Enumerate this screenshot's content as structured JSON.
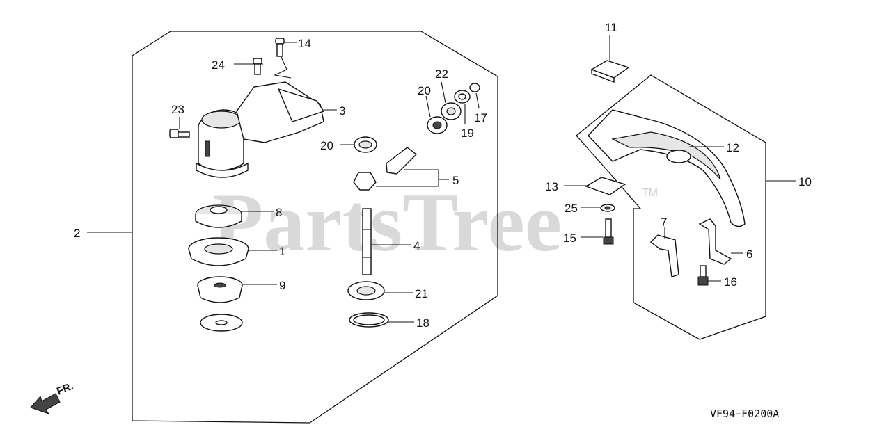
{
  "watermark": {
    "text": "PartsTree",
    "trademark": "TM"
  },
  "direction": {
    "label": "FR."
  },
  "diagram_code": "VF94−F0200A",
  "callouts": {
    "n1": "1",
    "n2": "2",
    "n3": "3",
    "n4": "4",
    "n5": "5",
    "n6": "6",
    "n7": "7",
    "n8": "8",
    "n9": "9",
    "n10": "10",
    "n11": "11",
    "n12": "12",
    "n13": "13",
    "n14": "14",
    "n15": "15",
    "n16": "16",
    "n17": "17",
    "n18": "18",
    "n19": "19",
    "n20a": "20",
    "n20b": "20",
    "n21": "21",
    "n22": "22",
    "n23": "23",
    "n24": "24",
    "n25": "25"
  },
  "icons": {
    "arrow": "front-direction-arrow-icon"
  }
}
